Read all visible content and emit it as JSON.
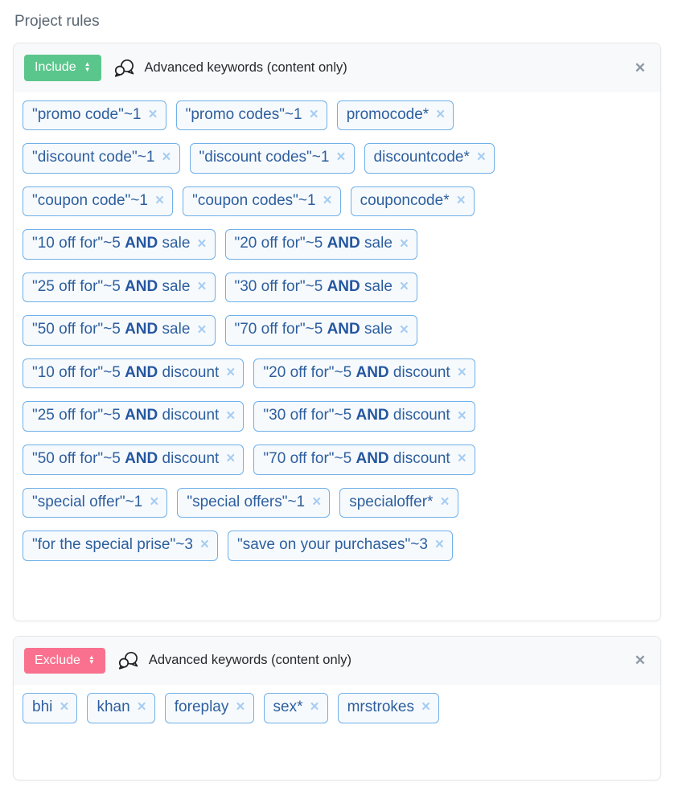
{
  "page": {
    "title": "Project rules"
  },
  "colors": {
    "include_green": "#5bc68c",
    "exclude_pink": "#f9718e",
    "tag_border": "#6fb0e8",
    "tag_text": "#2d5f9e",
    "tag_background": "#f7fafd",
    "tag_remove_icon": "#a6cdf2",
    "header_background": "#f8f9fa",
    "card_border": "#e3e6ea",
    "close_icon": "#8d97a5"
  },
  "icons": {
    "remove_tag": "×",
    "close_card": "✕",
    "arrow_up": "▲",
    "arrow_down": "▼",
    "comments_icon": "two-overlapping-speech-bubbles"
  },
  "cards": [
    {
      "mode": {
        "label": "Include",
        "color": "#5bc68c"
      },
      "title": "Advanced keywords (content only)",
      "tag_rows": [
        [
          [
            {
              "t": "\"promo code\"~1"
            }
          ],
          [
            {
              "t": "\"promo codes\"~1"
            }
          ],
          [
            {
              "t": "promocode*"
            }
          ]
        ],
        [
          [
            {
              "t": "\"discount code\"~1"
            }
          ],
          [
            {
              "t": "\"discount codes\"~1"
            }
          ],
          [
            {
              "t": "discountcode*"
            }
          ]
        ],
        [
          [
            {
              "t": "\"coupon code\"~1"
            }
          ],
          [
            {
              "t": "\"coupon codes\"~1"
            }
          ],
          [
            {
              "t": "couponcode*"
            }
          ]
        ],
        [
          [
            {
              "t": "\"10 off for\"~5 "
            },
            {
              "t": "AND",
              "b": true
            },
            {
              "t": " sale"
            }
          ],
          [
            {
              "t": "\"20 off for\"~5 "
            },
            {
              "t": "AND",
              "b": true
            },
            {
              "t": " sale"
            }
          ]
        ],
        [
          [
            {
              "t": "\"25 off for\"~5 "
            },
            {
              "t": "AND",
              "b": true
            },
            {
              "t": " sale"
            }
          ],
          [
            {
              "t": "\"30 off for\"~5 "
            },
            {
              "t": "AND",
              "b": true
            },
            {
              "t": " sale"
            }
          ]
        ],
        [
          [
            {
              "t": "\"50 off for\"~5 "
            },
            {
              "t": "AND",
              "b": true
            },
            {
              "t": " sale"
            }
          ],
          [
            {
              "t": "\"70 off for\"~5 "
            },
            {
              "t": "AND",
              "b": true
            },
            {
              "t": " sale"
            }
          ]
        ],
        [
          [
            {
              "t": "\"10 off for\"~5 "
            },
            {
              "t": "AND",
              "b": true
            },
            {
              "t": " discount"
            }
          ],
          [
            {
              "t": "\"20 off for\"~5 "
            },
            {
              "t": "AND",
              "b": true
            },
            {
              "t": " discount"
            }
          ]
        ],
        [
          [
            {
              "t": "\"25 off for\"~5 "
            },
            {
              "t": "AND",
              "b": true
            },
            {
              "t": " discount"
            }
          ],
          [
            {
              "t": "\"30 off for\"~5 "
            },
            {
              "t": "AND",
              "b": true
            },
            {
              "t": " discount"
            }
          ]
        ],
        [
          [
            {
              "t": "\"50 off for\"~5 "
            },
            {
              "t": "AND",
              "b": true
            },
            {
              "t": " discount"
            }
          ],
          [
            {
              "t": "\"70 off for\"~5 "
            },
            {
              "t": "AND",
              "b": true
            },
            {
              "t": " discount"
            }
          ]
        ],
        [
          [
            {
              "t": "\"special offer\"~1"
            }
          ],
          [
            {
              "t": "\"special offers\"~1"
            }
          ],
          [
            {
              "t": "specialoffer*"
            }
          ]
        ],
        [
          [
            {
              "t": "\"for the special prise\"~3"
            }
          ],
          [
            {
              "t": "\"save on your purchases\"~3"
            }
          ]
        ]
      ]
    },
    {
      "mode": {
        "label": "Exclude",
        "color": "#f9718e"
      },
      "title": "Advanced keywords (content only)",
      "tag_rows": [
        [
          [
            {
              "t": "bhi"
            }
          ],
          [
            {
              "t": "khan"
            }
          ],
          [
            {
              "t": "foreplay"
            }
          ],
          [
            {
              "t": "sex*"
            }
          ],
          [
            {
              "t": "mrstrokes"
            }
          ]
        ]
      ]
    }
  ]
}
